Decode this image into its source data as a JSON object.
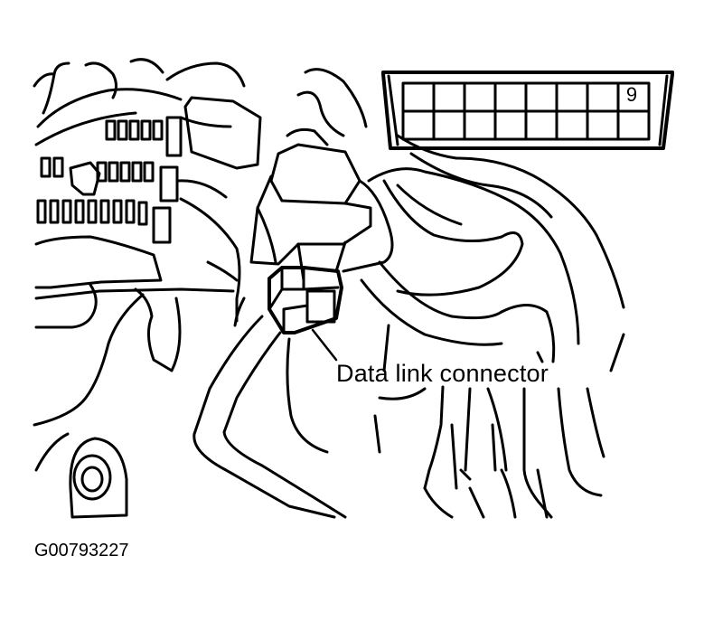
{
  "diagram": {
    "callout_label": "Data link connector",
    "figure_id": "G00793227",
    "connector_pin_number": "9",
    "connector_grid": {
      "rows": 2,
      "columns": 8
    }
  }
}
